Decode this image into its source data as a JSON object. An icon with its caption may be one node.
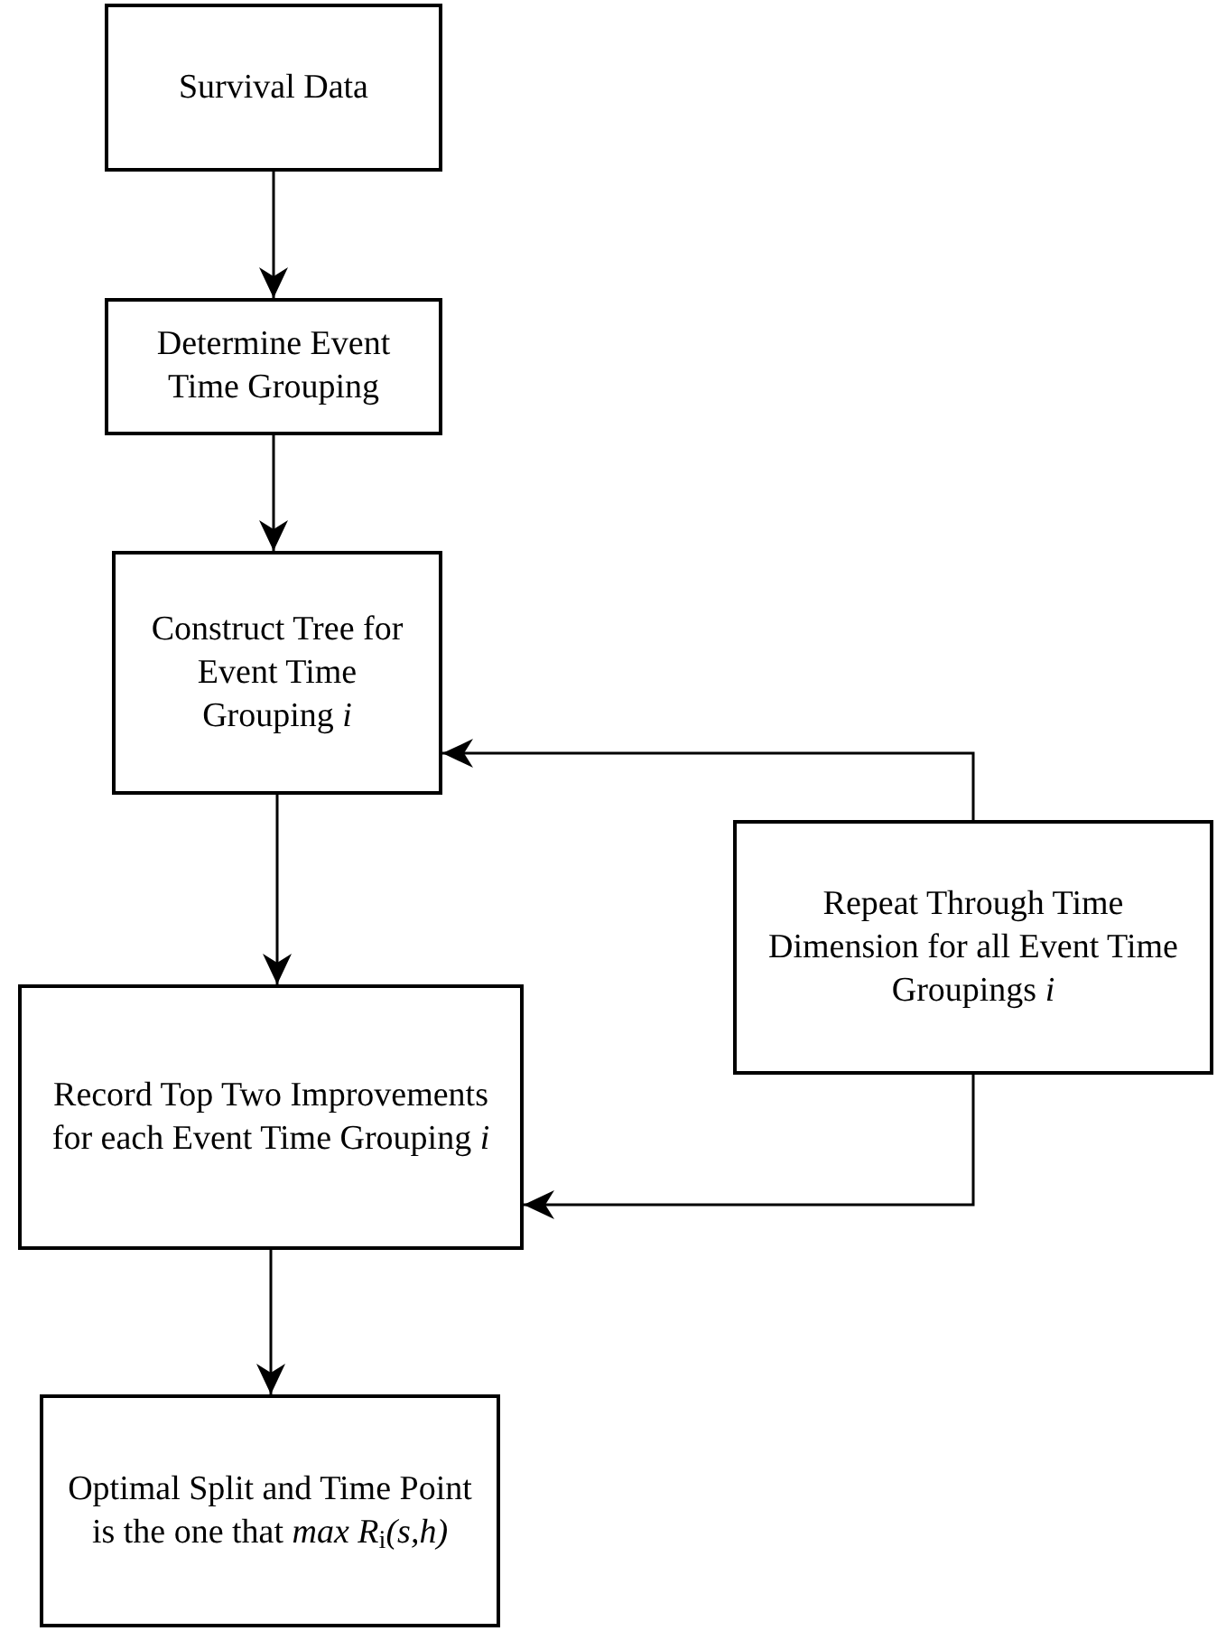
{
  "diagram": {
    "nodes": [
      {
        "text": [
          "Survival Data"
        ]
      },
      {
        "text": [
          "Determine Event Time Grouping"
        ]
      },
      {
        "text": [
          "Construct Tree for Event Time Grouping *i*"
        ]
      },
      {
        "text": [
          "Repeat Through Time Dimension for all Event Time Groupings *i*"
        ]
      },
      {
        "text": [
          "Record Top Two Improvements for each Event Time Grouping *i*"
        ]
      },
      {
        "text": [
          "Optimal Split and Time Point is the one that *max R*$_{i}$*(s,h)*"
        ]
      }
    ],
    "edges": [
      {
        "from": 0,
        "to": 1,
        "arrow": "to"
      },
      {
        "from": 1,
        "to": 2,
        "arrow": "to"
      },
      {
        "from": 3,
        "to": 2,
        "arrow": "to"
      },
      {
        "from": 2,
        "to": 4,
        "arrow": "to"
      },
      {
        "from": 3,
        "to": 4,
        "arrow": "to"
      },
      {
        "from": 4,
        "to": 5,
        "arrow": "to"
      }
    ]
  }
}
